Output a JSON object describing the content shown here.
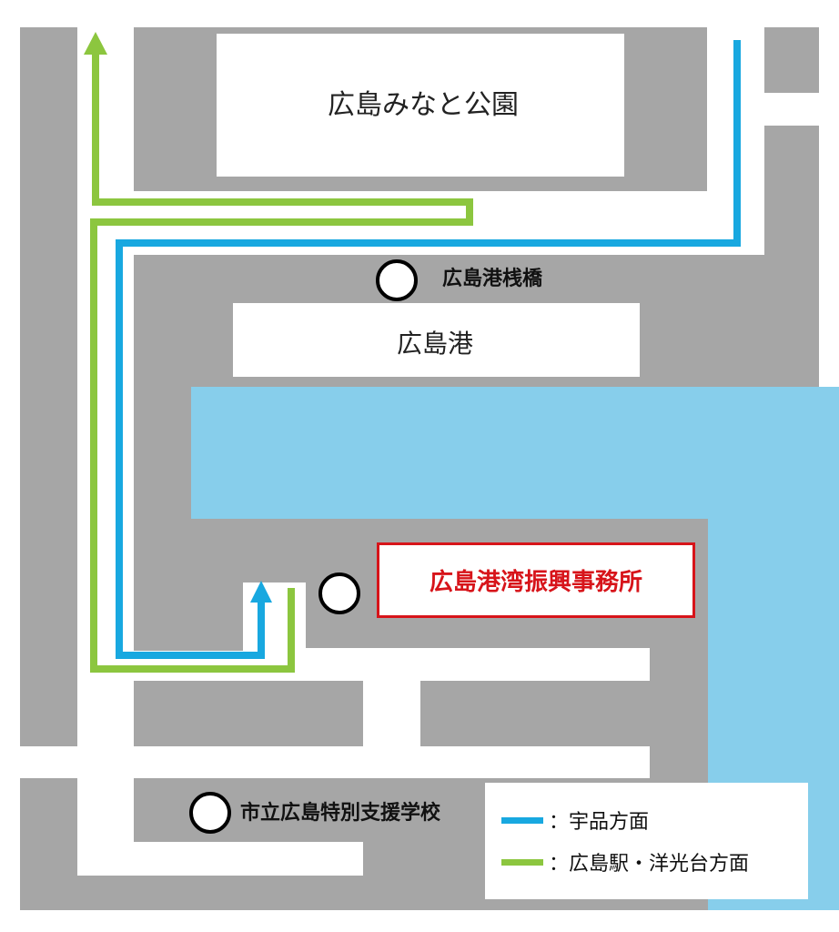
{
  "labels": {
    "park": "広島みなと公園",
    "port": "広島港",
    "pier": "広島港桟橋",
    "office": "広島港湾振興事務所",
    "school": "市立広島特別支援学校"
  },
  "legend": {
    "items": [
      {
        "text": "：宇品方面",
        "color": "#18a8e0",
        "icon": "blue-route-line"
      },
      {
        "text": "：広島駅・洋光台方面",
        "color": "#8cc63f",
        "icon": "green-route-line"
      }
    ]
  },
  "colors": {
    "block": "#a6a6a6",
    "water": "#87ceeb",
    "route_blue": "#18a8e0",
    "route_green": "#8cc63f",
    "office_red": "#d7141a"
  },
  "icons": [
    "stop-circle-icon",
    "arrow-up-icon"
  ]
}
